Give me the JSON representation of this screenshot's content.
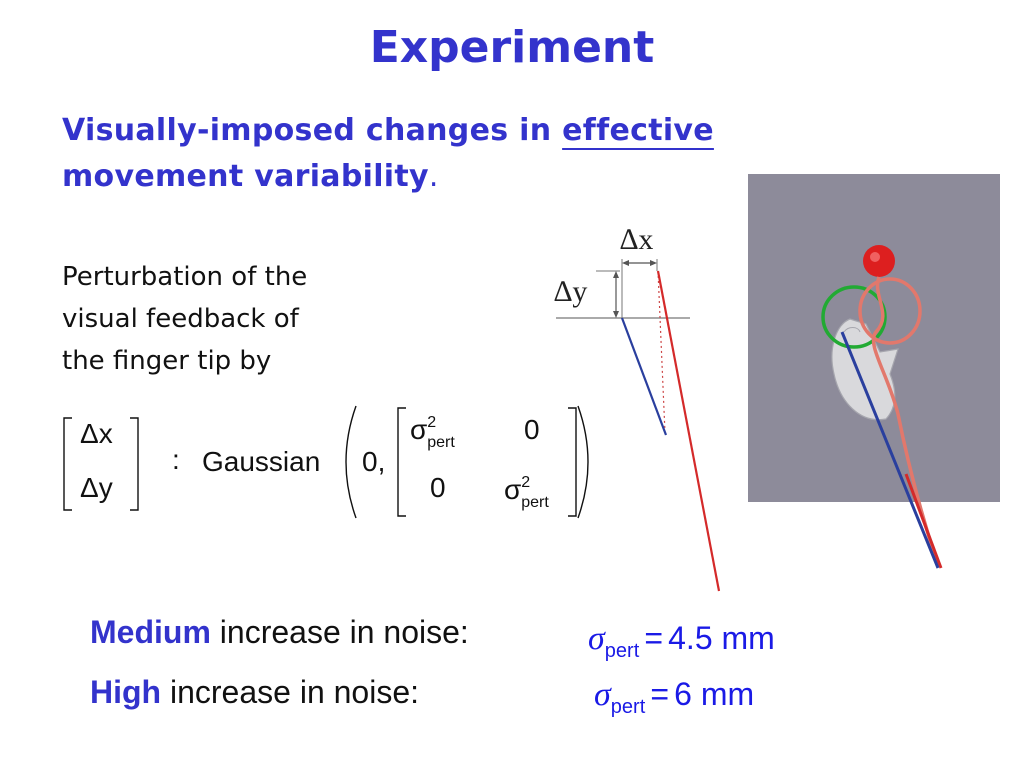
{
  "slide": {
    "title": "Experiment",
    "subtitle_part1": "Visually-imposed changes in ",
    "subtitle_underlined": "effective",
    "subtitle_part2": "movement variability",
    "subtitle_period": ".",
    "perturbation_lines": [
      "Perturbation of the",
      "visual feedback of",
      "the finger tip by"
    ]
  },
  "equation": {
    "vector": [
      "Δx",
      "Δy"
    ],
    "colon": ":",
    "dist": "Gaussian",
    "mean": "0,",
    "sigma": "σ",
    "sub": "pert",
    "sup": "2",
    "zero": "0"
  },
  "diagram": {
    "dx_label": "∆x",
    "dy_label": "∆y"
  },
  "noise": {
    "medium_label": "Medium",
    "medium_rest": " increase in noise:",
    "high_label": "High",
    "high_rest": " increase in noise:",
    "sigma_symbol": "σ",
    "sigma_sub": "pert",
    "equals": "=",
    "medium_value": "4.5 mm",
    "high_value": "6 mm"
  },
  "colors": {
    "accent_blue": "#3333cc",
    "trajectory_red": "#d42a2a",
    "trajectory_blue": "#2a3f9e",
    "photo_gray": "#8c8a99"
  }
}
